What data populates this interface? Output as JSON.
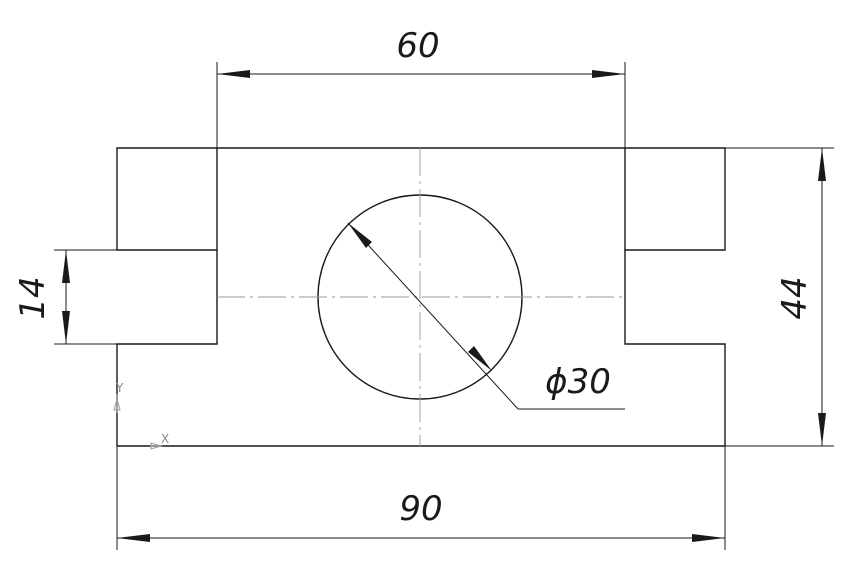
{
  "dimensions": {
    "top_width": "60",
    "bottom_width": "90",
    "left_notch": "14",
    "right_height": "44",
    "hole_diameter": "ϕ30"
  },
  "axes": {
    "y_label": "Y",
    "x_label": "X"
  },
  "colors": {
    "line": "#1a1a1a",
    "centerline": "#9a9a9a",
    "axis_marker": "#888888"
  }
}
